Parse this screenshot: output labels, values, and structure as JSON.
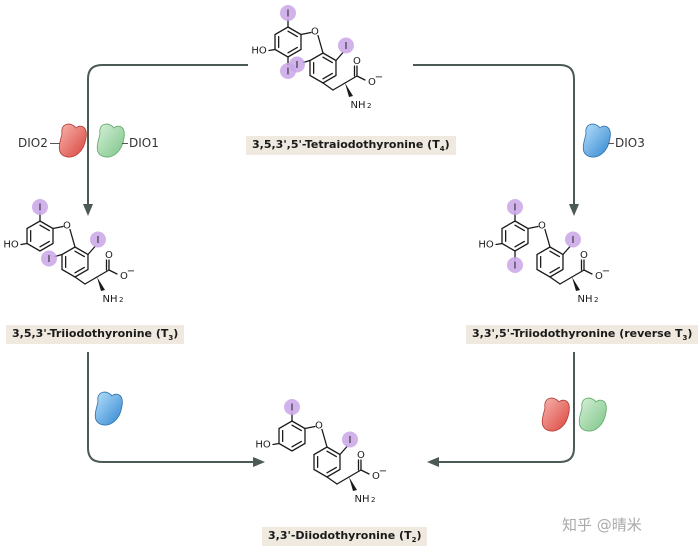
{
  "compounds": {
    "t4": {
      "name": "3,5,3',5'-Tetraiodothyronine (T",
      "sub": "4",
      "suffix": ")"
    },
    "t3": {
      "name": "3,5,3'-Triiodothyronine (T",
      "sub": "3",
      "suffix": ")"
    },
    "rt3": {
      "name": "3,3',5'-Triiodothyronine (reverse T",
      "sub": "3",
      "suffix": ")"
    },
    "t2": {
      "name": "3,3'-Diiodothyronine (T",
      "sub": "2",
      "suffix": ")"
    }
  },
  "atoms": {
    "iodine": "I",
    "hydroxyl": "HO",
    "oxygen": "O",
    "carboxylate_o": "O",
    "charge": "−",
    "amine": "NH",
    "amine_sub": "2"
  },
  "enzymes": {
    "dio1": "DIO1",
    "dio2": "DIO2",
    "dio3": "DIO3"
  },
  "colors": {
    "dio1": "#9fd7a4",
    "dio2": "#e8706b",
    "dio3": "#5aa9e6",
    "iodine_halo": "#c9a5e8",
    "arrow": "#4b5a55",
    "label_bg": "#efe9e0"
  },
  "watermark": "知乎 @晴米"
}
